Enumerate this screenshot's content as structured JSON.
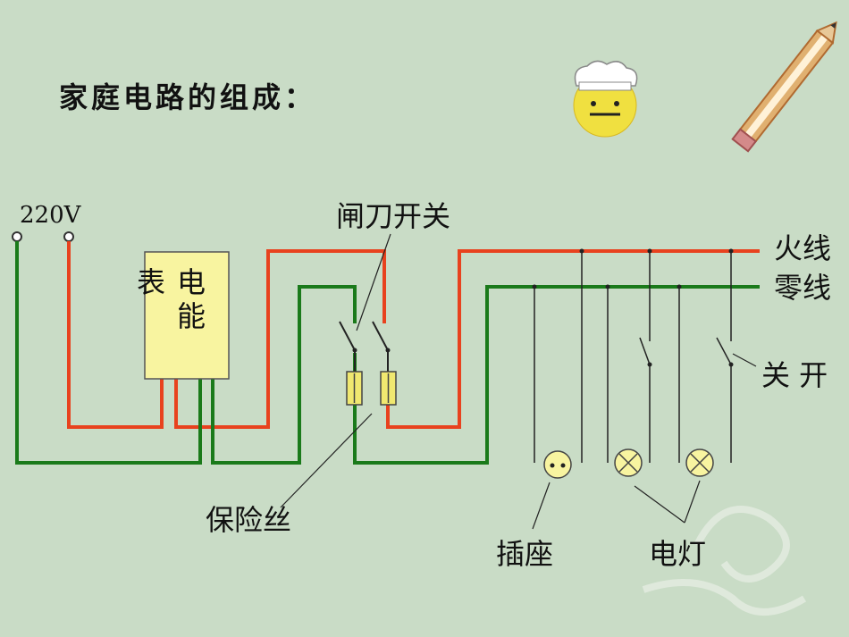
{
  "title": "家庭电路的组成：",
  "colors": {
    "background": "#c9dcc6",
    "live_wire": "#e8421e",
    "neutral_wire": "#1a7a1a",
    "meter_fill": "#f8f4a0",
    "fuse_fill": "#f0e870",
    "socket_fill": "#f8f4a0"
  },
  "labels": {
    "voltage": "220V",
    "knife_switch": "闸刀开关",
    "meter_char1": "表",
    "meter_char2": "电",
    "meter_char3": "能",
    "live_line": "火线",
    "neutral_line": "零线",
    "switch": "关 开",
    "fuse": "保险丝",
    "socket": "插座",
    "lamp": "电灯"
  },
  "icons": [
    "smiley-chef-icon",
    "pencil-icon"
  ]
}
